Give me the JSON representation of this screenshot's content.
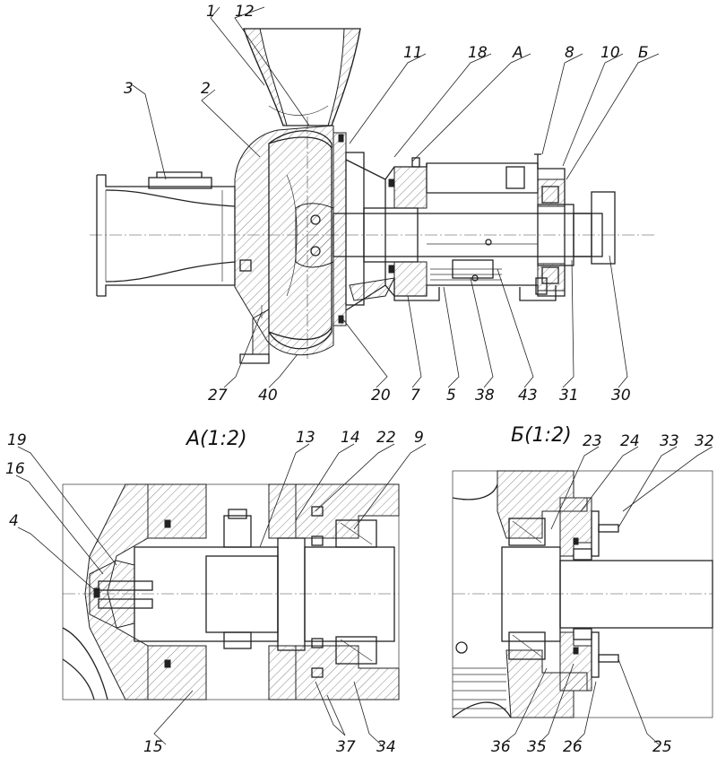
{
  "main_view": {
    "labels": [
      {
        "id": "l1",
        "text": "1"
      },
      {
        "id": "l12",
        "text": "12"
      },
      {
        "id": "l3",
        "text": "3"
      },
      {
        "id": "l2",
        "text": "2"
      },
      {
        "id": "l11",
        "text": "11"
      },
      {
        "id": "l18",
        "text": "18"
      },
      {
        "id": "lA",
        "text": "А"
      },
      {
        "id": "l8",
        "text": "8"
      },
      {
        "id": "l10",
        "text": "10"
      },
      {
        "id": "lB",
        "text": "Б"
      },
      {
        "id": "l27",
        "text": "27"
      },
      {
        "id": "l40",
        "text": "40"
      },
      {
        "id": "l20",
        "text": "20"
      },
      {
        "id": "l7",
        "text": "7"
      },
      {
        "id": "l5",
        "text": "5"
      },
      {
        "id": "l38",
        "text": "38"
      },
      {
        "id": "l43",
        "text": "43"
      },
      {
        "id": "l31",
        "text": "31"
      },
      {
        "id": "l30",
        "text": "30"
      }
    ]
  },
  "detail_a": {
    "title": "А(1:2)",
    "labels": [
      {
        "id": "a19",
        "text": "19"
      },
      {
        "id": "a16",
        "text": "16"
      },
      {
        "id": "a4",
        "text": "4"
      },
      {
        "id": "a13",
        "text": "13"
      },
      {
        "id": "a14",
        "text": "14"
      },
      {
        "id": "a22",
        "text": "22"
      },
      {
        "id": "a9",
        "text": "9"
      },
      {
        "id": "a15",
        "text": "15"
      },
      {
        "id": "a37",
        "text": "37"
      },
      {
        "id": "a34",
        "text": "34"
      }
    ]
  },
  "detail_b": {
    "title": "Б(1:2)",
    "labels": [
      {
        "id": "b23",
        "text": "23"
      },
      {
        "id": "b24",
        "text": "24"
      },
      {
        "id": "b33",
        "text": "33"
      },
      {
        "id": "b32",
        "text": "32"
      },
      {
        "id": "b36",
        "text": "36"
      },
      {
        "id": "b35",
        "text": "35"
      },
      {
        "id": "b26",
        "text": "26"
      },
      {
        "id": "b25",
        "text": "25"
      }
    ]
  }
}
